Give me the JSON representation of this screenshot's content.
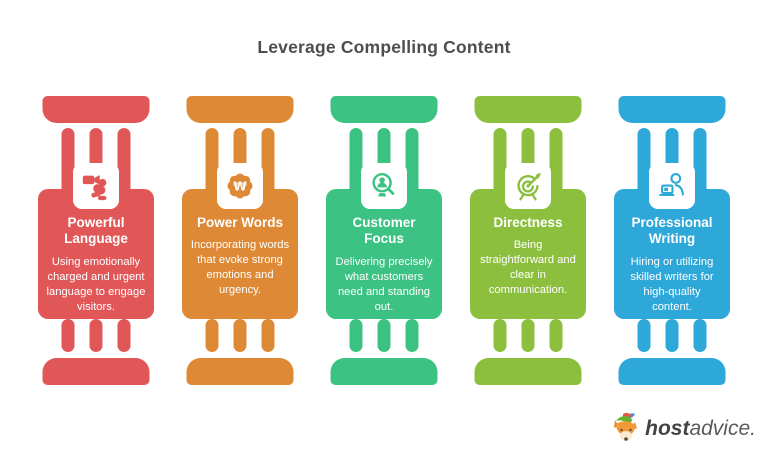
{
  "page": {
    "title": "Leverage Compelling Content",
    "background": "#FFFFFF",
    "title_color": "#4D4E50"
  },
  "columns": [
    {
      "name": "powerful-language",
      "color": "#E15758",
      "icon": "video-blogger-icon",
      "title": "Powerful Language",
      "description": "Using emotionally charged and urgent language to engage visitors."
    },
    {
      "name": "power-words",
      "color": "#DE8935",
      "icon": "power-word-badge-icon",
      "icon_glyph": "₩",
      "title": "Power Words",
      "description": "Incorporating words that evoke strong emotions and urgency."
    },
    {
      "name": "customer-focus",
      "color": "#3CC282",
      "icon": "customer-magnifier-icon",
      "title": "Customer Focus",
      "description": "Delivering precisely what customers need and standing out."
    },
    {
      "name": "directness",
      "color": "#8DBF3E",
      "icon": "target-arrow-icon",
      "title": "Directness",
      "description": "Being straightforward and clear in communication."
    },
    {
      "name": "professional-writing",
      "color": "#2EA7D9",
      "icon": "writer-laptop-icon",
      "title": "Professional Writing",
      "description": "Hiring or utilizing skilled writers for high-quality content."
    }
  ],
  "footer": {
    "brand_bold": "host",
    "brand_light": "advice."
  }
}
